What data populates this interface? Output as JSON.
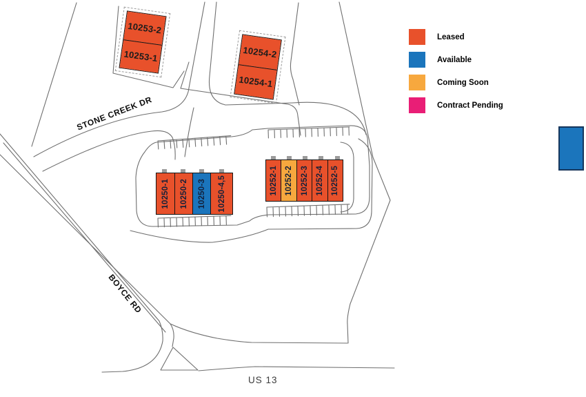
{
  "legend": {
    "items": [
      {
        "status": "leased",
        "label": "Leased",
        "color": "#E8512B"
      },
      {
        "status": "available",
        "label": "Available",
        "color": "#1B75BC"
      },
      {
        "status": "coming_soon",
        "label": "Coming Soon",
        "color": "#F7A83E"
      },
      {
        "status": "contract_pending",
        "label": "Contract Pending",
        "color": "#E91E76"
      }
    ]
  },
  "roads": {
    "stone_creek": "STONE CREEK DR",
    "boyce": "BOYCE RD",
    "us13": "US 13"
  },
  "buildings": [
    {
      "id": "10253",
      "units": [
        {
          "label": "10253-2",
          "status": "leased"
        },
        {
          "label": "10253-1",
          "status": "leased"
        }
      ]
    },
    {
      "id": "10254",
      "units": [
        {
          "label": "10254-2",
          "status": "leased"
        },
        {
          "label": "10254-1",
          "status": "leased"
        }
      ]
    },
    {
      "id": "10250",
      "units": [
        {
          "label": "10250-1",
          "status": "leased"
        },
        {
          "label": "10250-2",
          "status": "leased"
        },
        {
          "label": "10250-3",
          "status": "available"
        },
        {
          "label": "10250-4,5",
          "status": "leased"
        }
      ]
    },
    {
      "id": "10252",
      "units": [
        {
          "label": "10252-1",
          "status": "leased"
        },
        {
          "label": "10252-2",
          "status": "coming_soon"
        },
        {
          "label": "10252-3",
          "status": "leased"
        },
        {
          "label": "10252-4",
          "status": "leased"
        },
        {
          "label": "10252-5",
          "status": "leased"
        }
      ]
    }
  ],
  "standalone_unit": {
    "status": "available"
  }
}
